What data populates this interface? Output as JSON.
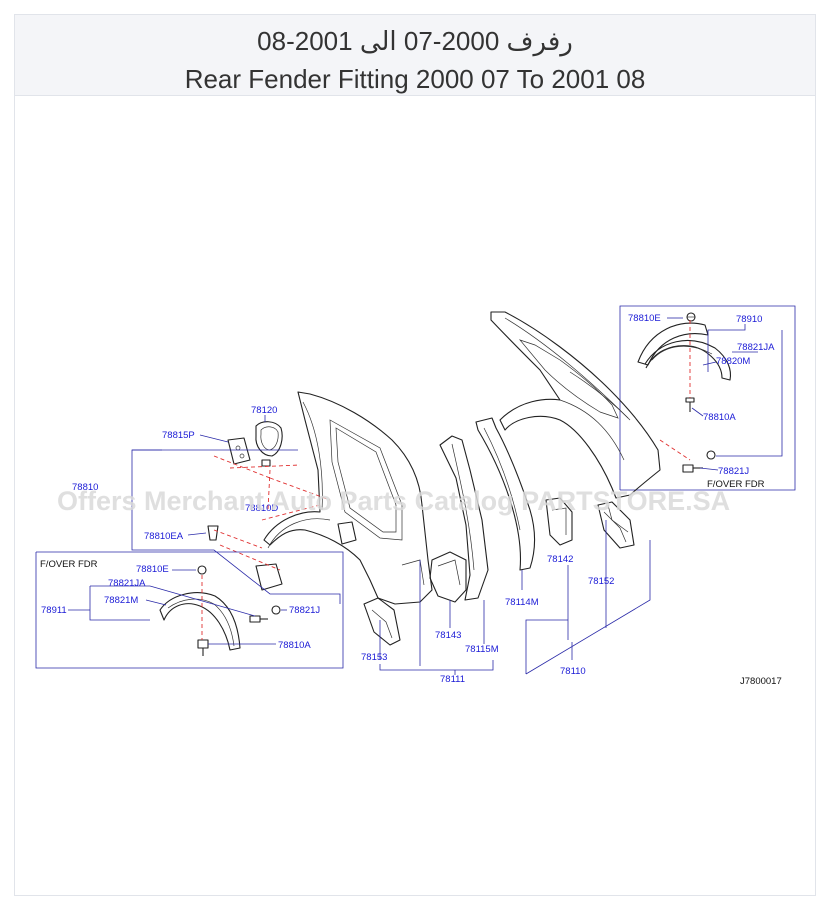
{
  "header": {
    "title_ar": "رفرف 2000-07 الى 2001-08",
    "title_en": "Rear Fender Fitting 2000 07 To 2001 08"
  },
  "watermark": "Offers Merchant Auto Parts Catalog PARTSTORE.SA",
  "diagram_code": "J7800017",
  "labels": {
    "l78810E_top": "78810E",
    "l78910": "78910",
    "l78821JA_top": "78821JA",
    "l78820M": "78820M",
    "l78810A_top": "78810A",
    "l78821J_top": "78821J",
    "fover_top": "F/OVER  FDR",
    "l78120": "78120",
    "l78815P": "78815P",
    "l78810": "78810",
    "l78810D": "78810D",
    "l78810EA": "78810EA",
    "fover_left": "F/OVER  FDR",
    "l78810E_left": "78810E",
    "l78821JA_left": "78821JA",
    "l78911": "78911",
    "l78821M": "78821M",
    "l78821J_left": "78821J",
    "l78810A_left": "78810A",
    "l78153": "78153",
    "l78143": "78143",
    "l78115M": "78115M",
    "l78111": "78111",
    "l78114M": "78114M",
    "l78142": "78142",
    "l78152": "78152",
    "l78110": "78110"
  }
}
